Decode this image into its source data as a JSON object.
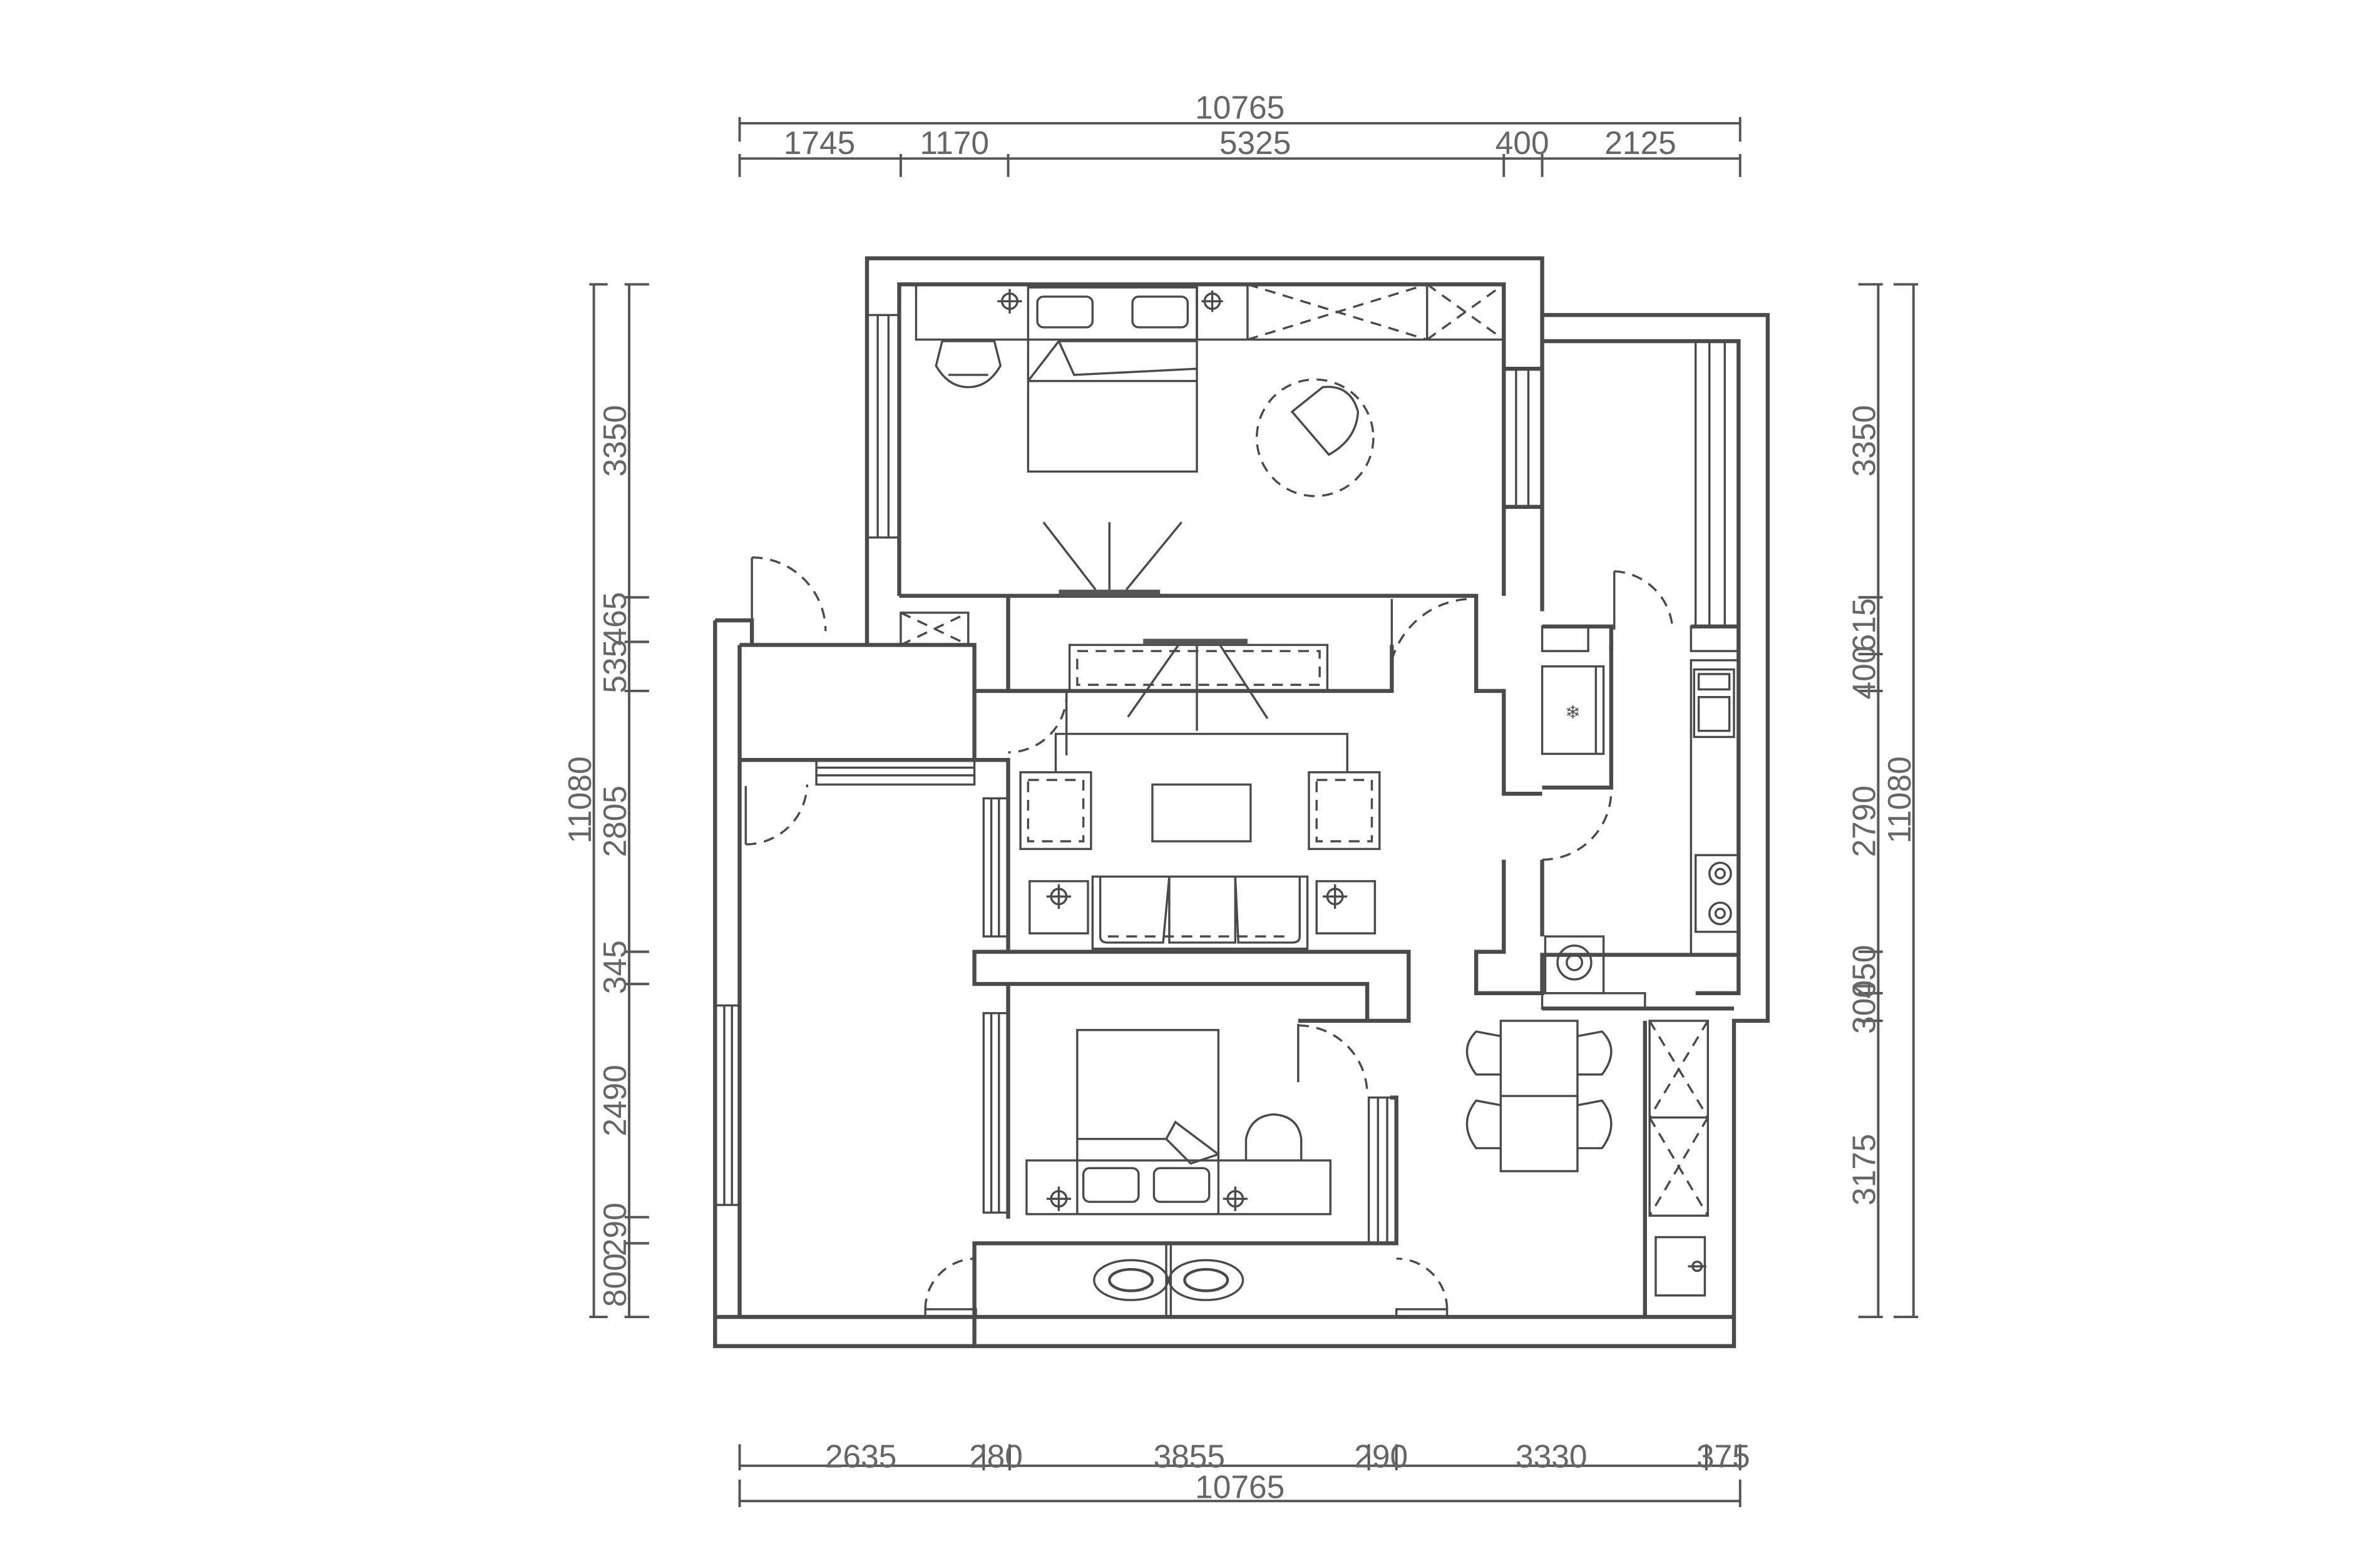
{
  "dimensions": {
    "top_total": "10765",
    "top_segments": [
      "1745",
      "1170",
      "5325",
      "400",
      "2125"
    ],
    "bottom_total": "10765",
    "bottom_segments": [
      "2635",
      "280",
      "3855",
      "290",
      "3330",
      "375"
    ],
    "left_total": "11080",
    "left_segments": [
      "3350",
      "465",
      "535",
      "2805",
      "345",
      "2490",
      "290",
      "800"
    ],
    "right_total": "11080",
    "right_segments": [
      "3350",
      "615",
      "400",
      "2790",
      "450",
      "300",
      "3175"
    ]
  }
}
